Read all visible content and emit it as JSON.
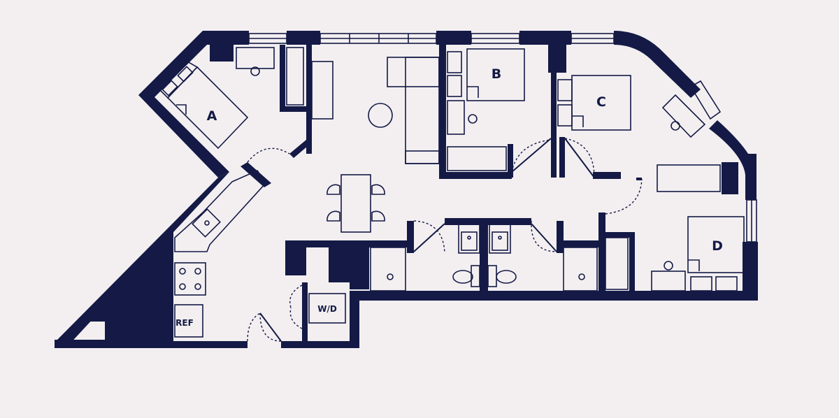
{
  "colors": {
    "background": "#f3eff1",
    "ink": "#141a45"
  },
  "labels": {
    "bedroom_a": "A",
    "bedroom_b": "B",
    "bedroom_c": "C",
    "bedroom_d": "D",
    "washer_dryer": "W/D",
    "refrigerator": "REF"
  }
}
